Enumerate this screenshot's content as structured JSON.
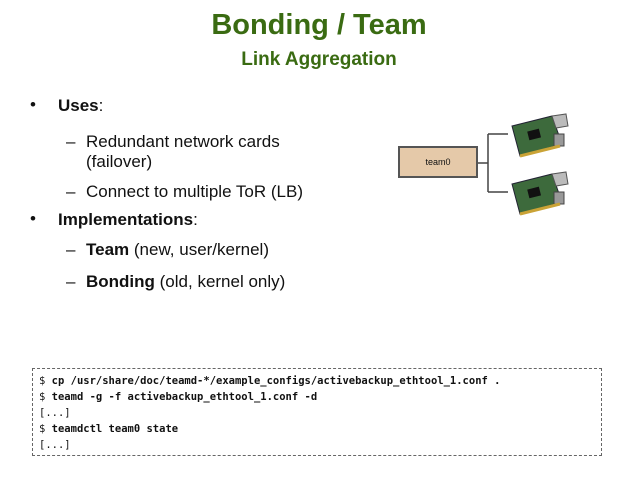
{
  "title": "Bonding / Team",
  "subtitle": "Link Aggregation",
  "bullets": {
    "uses_label": "Uses",
    "uses_colon": ":",
    "uses_items": [
      "Redundant network cards",
      "(failover)",
      "Connect to multiple ToR (LB)"
    ],
    "impl_label": "Implementations",
    "impl_colon": ":",
    "impl_items": [
      {
        "bold": "Team",
        "rest": " (new, user/kernel)"
      },
      {
        "bold": "Bonding",
        "rest": " (old, kernel only)"
      }
    ]
  },
  "diagram": {
    "team_label": "team0",
    "icons": [
      "network-card-icon",
      "network-card-icon"
    ]
  },
  "code": {
    "lines": [
      {
        "prompt": "$ ",
        "cmd": "cp /usr/share/doc/teamd-*/example_configs/activebackup_ethtool_1.conf ."
      },
      {
        "prompt": "$ ",
        "cmd": "teamd -g -f activebackup_ethtool_1.conf -d"
      },
      {
        "prompt": "",
        "cmd": "",
        "plain": "[...]"
      },
      {
        "prompt": "$ ",
        "cmd": "teamdctl team0 state"
      },
      {
        "prompt": "",
        "cmd": "",
        "plain": "[...]"
      }
    ]
  },
  "colors": {
    "title": "#3a6b12",
    "team_box": "#e5c9a9"
  }
}
